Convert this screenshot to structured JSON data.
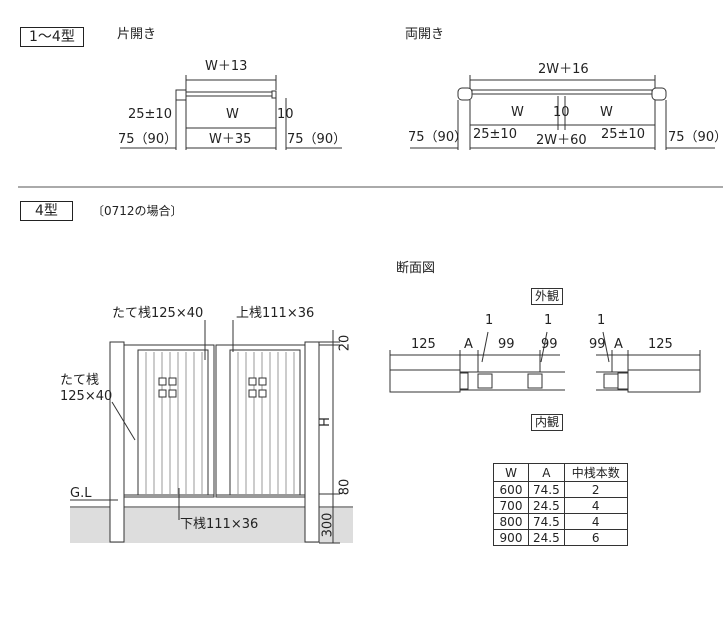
{
  "header": {
    "type_label": "1～4型",
    "single_label": "片開き",
    "double_label": "両開き"
  },
  "single": {
    "top_dim": "W＋13",
    "left_gap": "25±10",
    "inner_w": "W",
    "right_gap": "10",
    "outer_left": "75（90）",
    "outer_w": "W＋35",
    "outer_right": "75（90）"
  },
  "double": {
    "top_dim": "2W＋16",
    "w_left": "W",
    "center_gap": "10",
    "w_right": "W",
    "outer_left": "75（90）",
    "gap_left": "25±10",
    "total": "2W＋60",
    "gap_right": "25±10",
    "outer_right": "75（90）"
  },
  "type4": {
    "label": "4型",
    "note": "〔0712の場合〕",
    "post_top_label": "たて桟125×40",
    "top_rail_label": "上桟111×36",
    "post_side_label_1": "たて桟",
    "post_side_label_2": "125×40",
    "gl_label": "G.L",
    "bottom_rail_label": "下桟111×36",
    "dim_20": "20",
    "dim_h": "H",
    "dim_80": "80",
    "dim_300": "300"
  },
  "section": {
    "title": "断面図",
    "outside": "外観",
    "inside": "内観",
    "d1a": "1",
    "d1b": "1",
    "d1c": "1",
    "d125a": "125",
    "dA1": "A",
    "d99a": "99",
    "d99b": "99",
    "d99c": "99",
    "dA2": "A",
    "d125b": "125"
  },
  "table": {
    "headers": [
      "W",
      "A",
      "中桟本数"
    ],
    "rows": [
      [
        "600",
        "74.5",
        "2"
      ],
      [
        "700",
        "24.5",
        "4"
      ],
      [
        "800",
        "74.5",
        "4"
      ],
      [
        "900",
        "24.5",
        "6"
      ]
    ]
  }
}
